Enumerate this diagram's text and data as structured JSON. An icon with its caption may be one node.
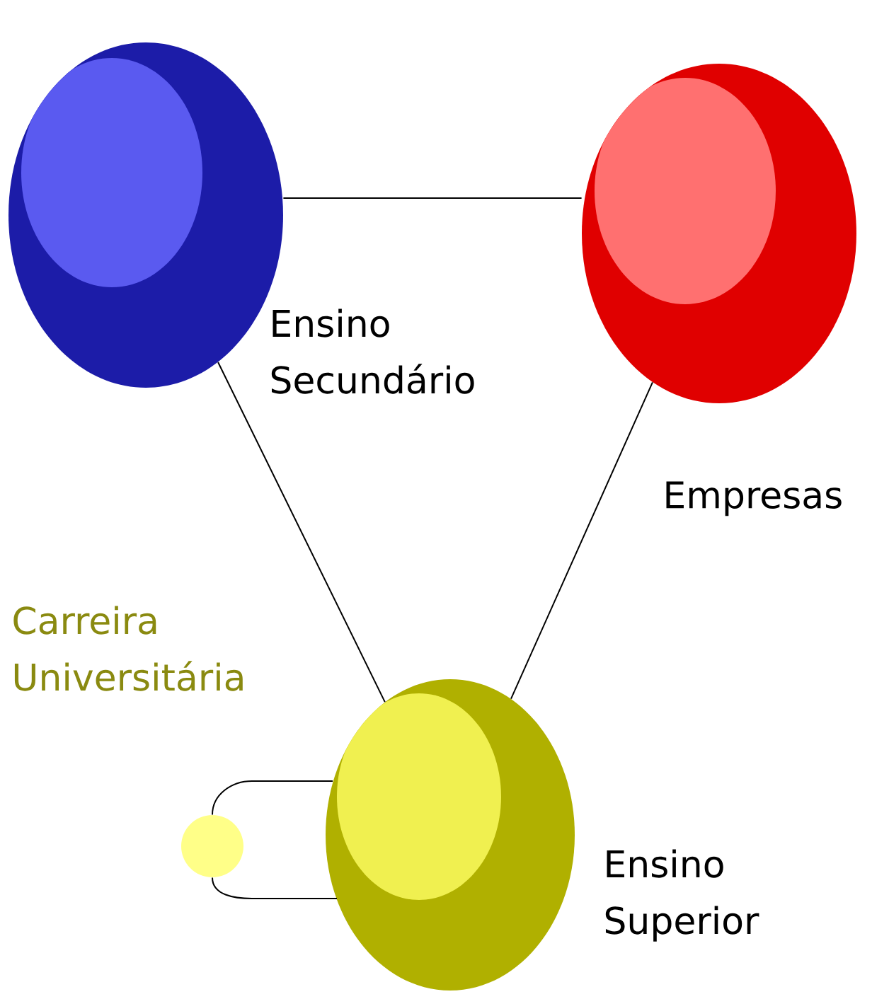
{
  "diagram": {
    "nodes": [
      {
        "text": [],
        "shape": "circle",
        "beside": [
          "Ensino Secundário"
        ]
      },
      {
        "text": [],
        "shape": "circle",
        "beside": [
          "Empresas"
        ]
      },
      {
        "text": [],
        "shape": "circle",
        "beside": [
          "Ensino Superior"
        ]
      },
      {
        "text": [],
        "shape": "circle",
        "beside": [
          "Carreira Universitária"
        ]
      }
    ],
    "edges": [
      {
        "from": 0,
        "to": 1,
        "arrow": "none"
      },
      {
        "from": 0,
        "to": 2,
        "arrow": "none"
      },
      {
        "from": 1,
        "to": 2,
        "arrow": "none"
      },
      {
        "from": 3,
        "to": 2,
        "arrow": "none"
      },
      {
        "from": 3,
        "to": 2,
        "arrow": "none"
      }
    ]
  }
}
